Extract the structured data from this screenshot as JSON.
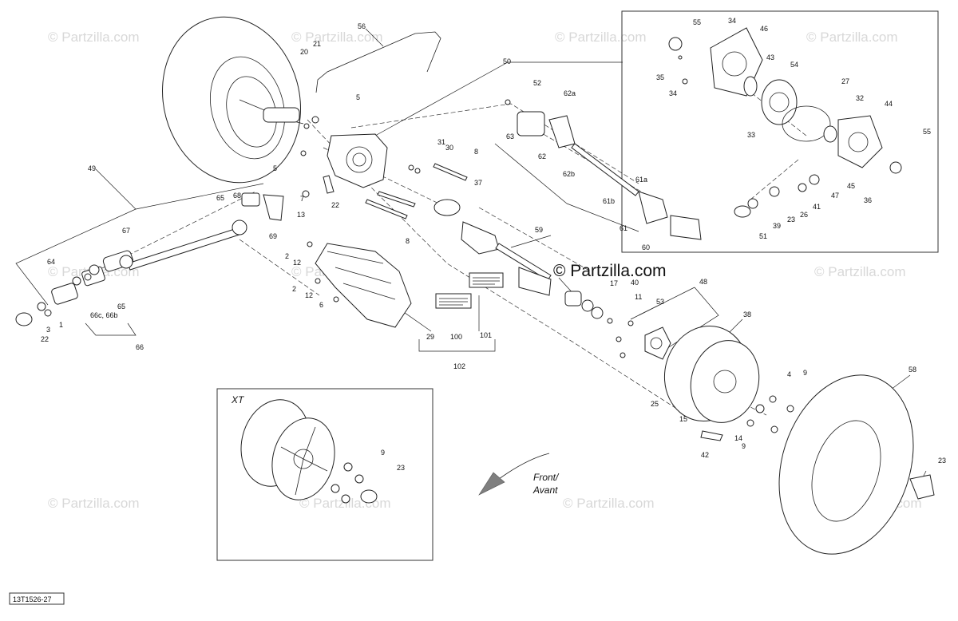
{
  "diagram": {
    "reference_code": "13T1526-27",
    "watermark": "© Partzilla.com",
    "main_watermark": "© Partzilla.com",
    "xt_box_label": "XT",
    "direction_label_line1": "Front/",
    "direction_label_line2": "Avant",
    "labels": {
      "56": "56",
      "21": "21",
      "20": "20",
      "5a": "5",
      "5b": "5",
      "50": "50",
      "55a": "55",
      "34a": "34",
      "46": "46",
      "35": "35",
      "34b": "34",
      "43": "43",
      "54": "54",
      "27": "27",
      "32": "32",
      "33": "33",
      "44": "44",
      "55b": "55",
      "52": "52",
      "62a": "62a",
      "63": "63",
      "62": "62",
      "62b": "62b",
      "31": "31",
      "30": "30",
      "8a": "8",
      "37": "37",
      "49": "49",
      "65a": "65",
      "68": "68",
      "7": "7",
      "13": "13",
      "22a": "22",
      "69": "69",
      "8b": "8",
      "61a": "61a",
      "61b": "61b",
      "61": "61",
      "60": "60",
      "59": "59",
      "45": "45",
      "47": "47",
      "36": "36",
      "26": "26",
      "41": "41",
      "23a": "23",
      "39": "39",
      "51": "51",
      "67": "67",
      "64": "64",
      "2a": "2",
      "12a": "12",
      "2b": "2",
      "12b": "12",
      "6": "6",
      "65b": "65",
      "66c": "66c, 66b",
      "3": "3",
      "1": "1",
      "22b": "22",
      "66": "66",
      "29": "29",
      "100": "100",
      "101": "101",
      "102": "102",
      "17": "17",
      "40": "40",
      "11": "11",
      "53": "53",
      "48": "48",
      "38": "38",
      "4": "4",
      "9a": "9",
      "25": "25",
      "15": "15",
      "14": "14",
      "9b": "9",
      "42": "42",
      "58": "58",
      "23b": "23",
      "9c": "9",
      "23c": "23"
    }
  }
}
